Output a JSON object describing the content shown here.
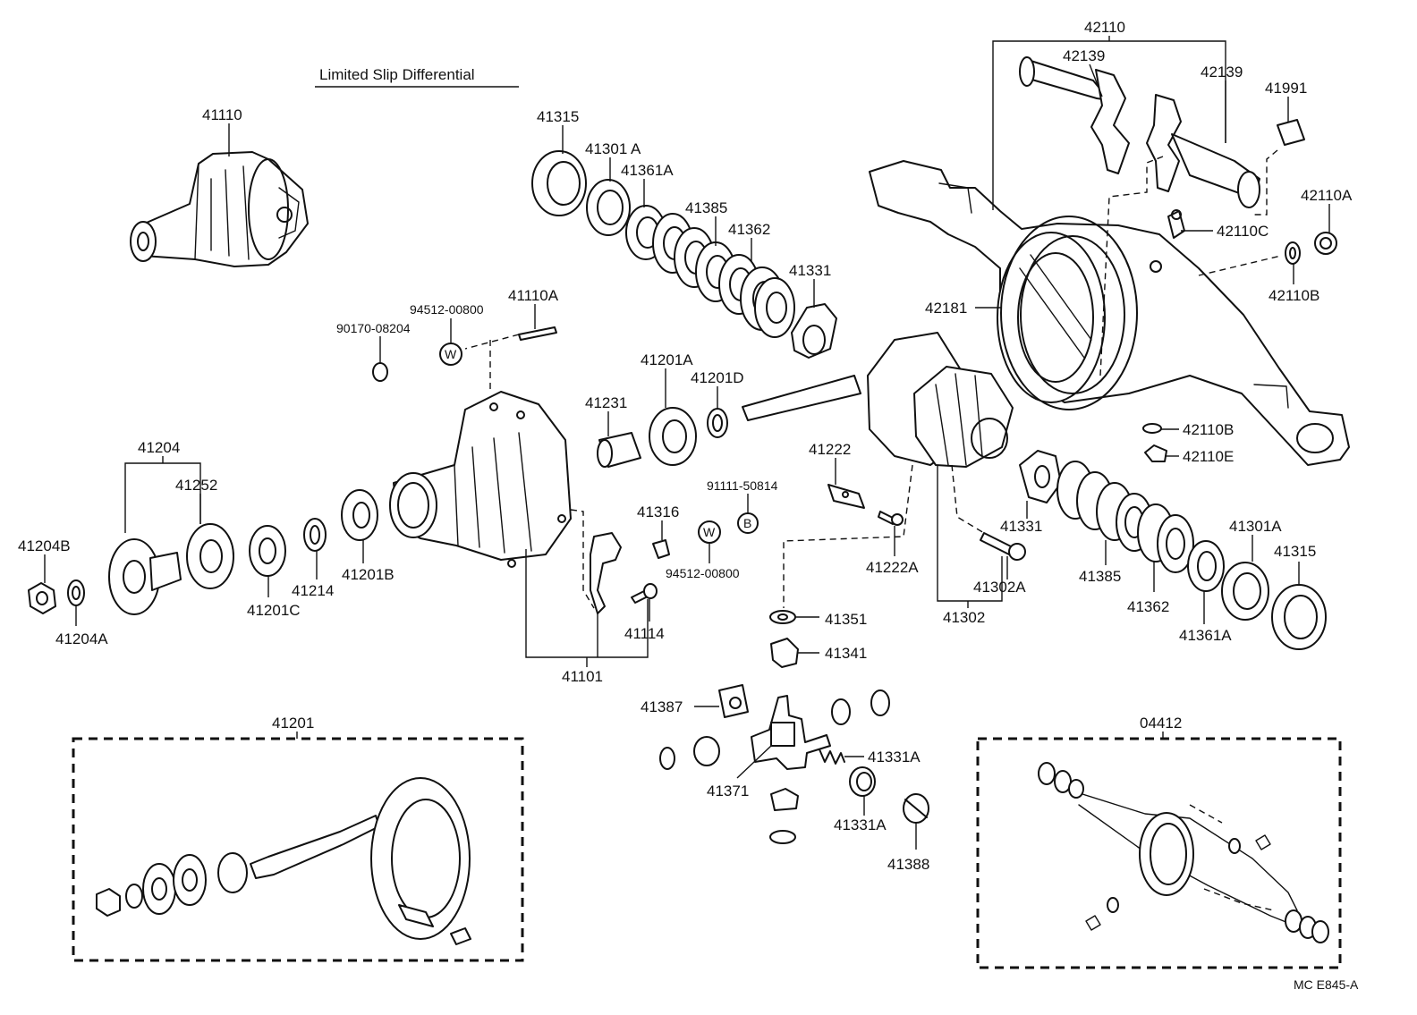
{
  "diagram": {
    "title": "Limited Slip Differential",
    "footer_code": "MC  E845-A",
    "callouts": [
      {
        "id": "c-41110",
        "text": "41110"
      },
      {
        "id": "c-41315-top",
        "text": "41315"
      },
      {
        "id": "c-41301A-top",
        "text": "41301 A"
      },
      {
        "id": "c-41361A-top",
        "text": "41361A"
      },
      {
        "id": "c-41385-top",
        "text": "41385"
      },
      {
        "id": "c-41362-top",
        "text": "41362"
      },
      {
        "id": "c-41331-top",
        "text": "41331"
      },
      {
        "id": "c-42110",
        "text": "42110"
      },
      {
        "id": "c-42139-left",
        "text": "42139"
      },
      {
        "id": "c-42139-right",
        "text": "42139"
      },
      {
        "id": "c-41991",
        "text": "41991"
      },
      {
        "id": "c-42110A",
        "text": "42110A"
      },
      {
        "id": "c-42110C",
        "text": "42110C"
      },
      {
        "id": "c-42110B-top",
        "text": "42110B"
      },
      {
        "id": "c-42181",
        "text": "42181"
      },
      {
        "id": "c-94512-top",
        "text": "94512-00800"
      },
      {
        "id": "c-41110A",
        "text": "41110A"
      },
      {
        "id": "c-90170",
        "text": "90170-08204"
      },
      {
        "id": "c-41201A",
        "text": "41201A"
      },
      {
        "id": "c-41201D",
        "text": "41201D"
      },
      {
        "id": "c-41231",
        "text": "41231"
      },
      {
        "id": "c-41204",
        "text": "41204"
      },
      {
        "id": "c-41252",
        "text": "41252"
      },
      {
        "id": "c-41204B",
        "text": "41204B"
      },
      {
        "id": "c-41204A",
        "text": "41204A"
      },
      {
        "id": "c-41201C",
        "text": "41201C"
      },
      {
        "id": "c-41214",
        "text": "41214"
      },
      {
        "id": "c-41201B",
        "text": "41201B"
      },
      {
        "id": "c-41316",
        "text": "41316"
      },
      {
        "id": "c-91111",
        "text": "91111-50814"
      },
      {
        "id": "c-94512-bot",
        "text": "94512-00800"
      },
      {
        "id": "c-41114",
        "text": "41114"
      },
      {
        "id": "c-41101",
        "text": "41101"
      },
      {
        "id": "c-41222",
        "text": "41222"
      },
      {
        "id": "c-41222A",
        "text": "41222A"
      },
      {
        "id": "c-41351",
        "text": "41351"
      },
      {
        "id": "c-41341",
        "text": "41341"
      },
      {
        "id": "c-41302A",
        "text": "41302A"
      },
      {
        "id": "c-41302",
        "text": "41302"
      },
      {
        "id": "c-41331-bot",
        "text": "41331"
      },
      {
        "id": "c-41385-bot",
        "text": "41385"
      },
      {
        "id": "c-41362-bot",
        "text": "41362"
      },
      {
        "id": "c-41361A-bot",
        "text": "41361A"
      },
      {
        "id": "c-41301A-bot",
        "text": "41301A"
      },
      {
        "id": "c-41315-bot",
        "text": "41315"
      },
      {
        "id": "c-42110B-bot",
        "text": "42110B"
      },
      {
        "id": "c-42110E",
        "text": "42110E"
      },
      {
        "id": "c-41387",
        "text": "41387"
      },
      {
        "id": "c-41371",
        "text": "41371"
      },
      {
        "id": "c-41331A-top",
        "text": "41331A"
      },
      {
        "id": "c-41331A-bot",
        "text": "41331A"
      },
      {
        "id": "c-41388",
        "text": "41388"
      },
      {
        "id": "c-41201",
        "text": "41201"
      },
      {
        "id": "c-04412",
        "text": "04412"
      }
    ],
    "symbols": {
      "washer_w_top": "W",
      "washer_w_bot": "W",
      "bolt_b": "B"
    }
  }
}
